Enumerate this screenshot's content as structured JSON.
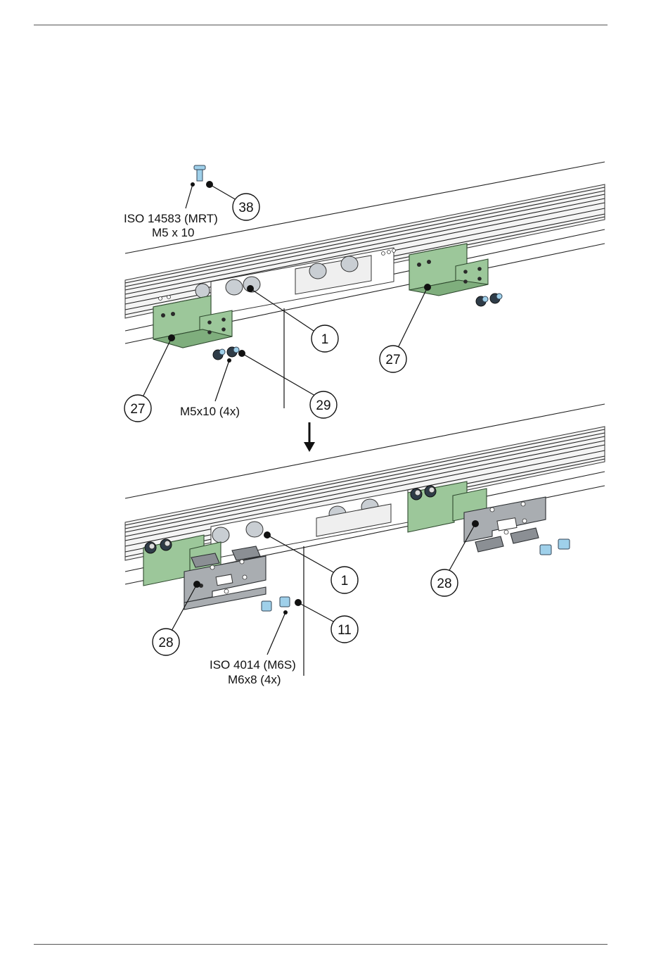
{
  "callouts": {
    "top": {
      "screw_spec_line1": "ISO 14583 (MRT)",
      "screw_spec_line2": "M5 x 10",
      "screw_part_number": "38",
      "part_1": "1",
      "part_27_left": "27",
      "part_27_right": "27",
      "part_29": "29",
      "screw_count": "M5x10 (4x)"
    },
    "bottom": {
      "part_1": "1",
      "part_28_left": "28",
      "part_28_right": "28",
      "part_11": "11",
      "bolt_spec_line1": "ISO 4014 (M6S)",
      "bolt_spec_line2": "M6x8 (4x)"
    }
  },
  "colors": {
    "bracket_green": "#9cc79a",
    "plate_grey": "#a9adb1",
    "screw_blue": "#9fd0ea"
  },
  "icons": {
    "step_arrow": "arrow-down-icon"
  }
}
